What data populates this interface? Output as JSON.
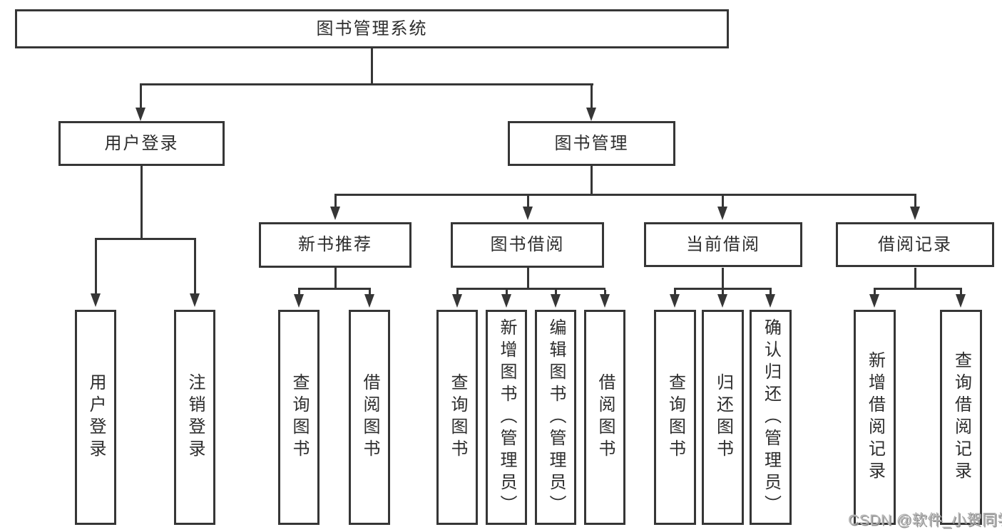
{
  "colors": {
    "line": "#363636",
    "text": "#2d2d2d",
    "wm": "#b5b5b5"
  },
  "diagram": {
    "title": "图书管理系统",
    "level2": [
      {
        "label": "用户登录",
        "children": [
          "用户登录",
          "注销登录"
        ]
      },
      {
        "label": "图书管理",
        "children": [
          {
            "label": "新书推荐",
            "children": [
              "查询图书",
              "借阅图书"
            ]
          },
          {
            "label": "图书借阅",
            "children": [
              "查询图书",
              "新增图书（管理员）",
              "编辑图书（管理员）",
              "借阅图书"
            ]
          },
          {
            "label": "当前借阅",
            "children": [
              "查询图书",
              "归还图书",
              "确认归还（管理员）"
            ]
          },
          {
            "label": "借阅记录",
            "children": [
              "新增借阅记录",
              "查询借阅记录"
            ]
          }
        ]
      }
    ]
  },
  "watermark": "CSDN @软件_小贺同学"
}
